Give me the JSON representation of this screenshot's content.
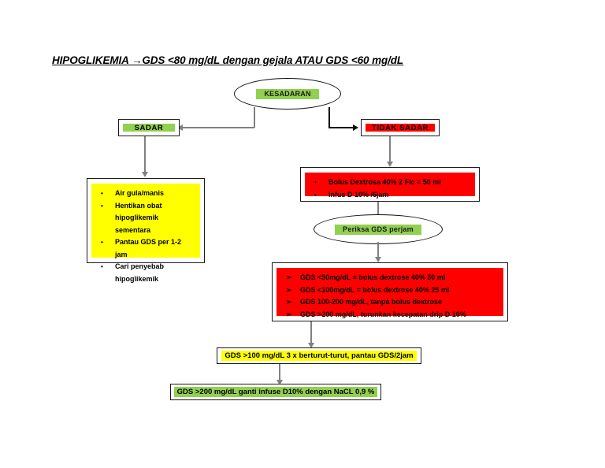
{
  "document": {
    "title": "HIPOGLIKEMIA →GDS <80 mg/dL dengan gejala ATAU GDS <60 mg/dL"
  },
  "nodes": {
    "start_ellipse": {
      "label": "KESADARAN",
      "highlight": "#92d050"
    },
    "branch_left": {
      "label": "SADAR",
      "fill": "#92d050"
    },
    "branch_right": {
      "label": "TIDAK SADAR",
      "fill": "#ff0000"
    },
    "conscious_actions": {
      "fill": "#ffff00",
      "bullet": "•",
      "items": [
        {
          "line1": "Air gula/manis",
          "line2": ""
        },
        {
          "line1": "Hentikan obat",
          "line2": "hipoglikemik sementara"
        },
        {
          "line1": "Pantau GDS per 1-2 jam",
          "line2": ""
        },
        {
          "line1": "Cari penyebab",
          "line2": "hipoglikemik"
        }
      ]
    },
    "unconscious_actions": {
      "fill": "#ff0000",
      "bullet": "•",
      "items": [
        {
          "line1": "Bolus Dextrosa 40% 2 Flc = 50 ml",
          "line2": ""
        },
        {
          "line1": "Infus D 10% /6jam",
          "line2": ""
        }
      ]
    },
    "check_ellipse": {
      "label": "Periksa GDS perjam",
      "highlight": "#92d050"
    },
    "gds_protocol": {
      "fill": "#ff0000",
      "bullet": "➢",
      "items": [
        {
          "line1": "GDS <50mg/dL = bolus dextrose 40% 50 ml",
          "line2": ""
        },
        {
          "line1": "GDS <100mg/dL = bolus dextrose 40% 25 ml",
          "line2": ""
        },
        {
          "line1": "GDS 100-200 mg/dL, tanpa bolus dextrose",
          "line2": ""
        },
        {
          "line1": "GDS >200 mg/dL, turunkan kecepatan drip D 10%",
          "line2": ""
        }
      ]
    },
    "outcome_monitor": {
      "label": "GDS >100 mg/dL 3 x berturut-turut, pantau GDS/2jam",
      "highlight": "#ffff00"
    },
    "outcome_switch": {
      "label": "GDS >200 mg/dL ganti infuse D10% dengan NaCL 0,9 %",
      "highlight": "#92d050"
    }
  },
  "connectors": {
    "to_sadar": "elbow-left-gray",
    "to_tidak_sadar": "elbow-right-black",
    "sadar_down": "arrow-down-gray",
    "tidak_sadar_down": "arrow-down-gray",
    "bolus_down": "arrow-down-gray",
    "check_down": "arrow-down-gray",
    "protocol_down": "arrow-down-gray",
    "monitor_down": "arrow-down-gray"
  }
}
